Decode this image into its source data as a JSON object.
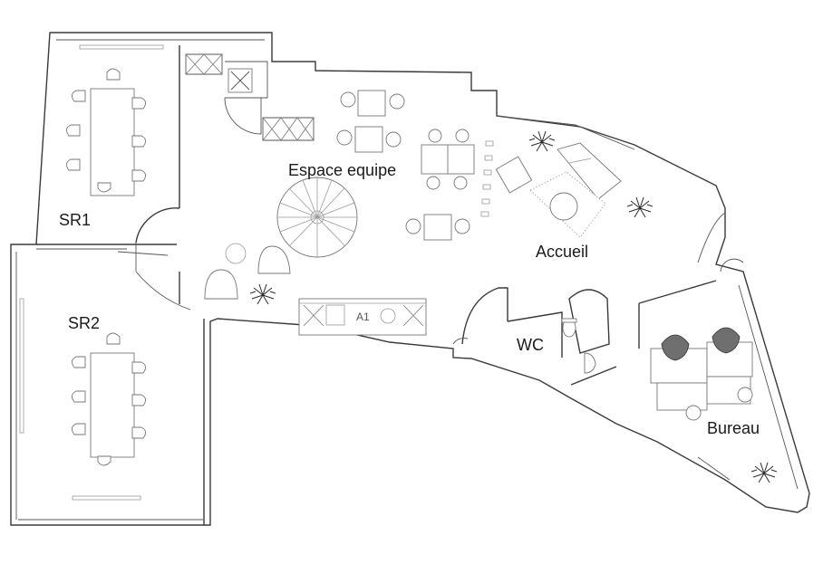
{
  "rooms": {
    "sr1": "SR1",
    "sr2": "SR2",
    "espace": "Espace equipe",
    "accueil": "Accueil",
    "wc": "WC",
    "bureau": "Bureau"
  },
  "tags": {
    "kitchen": "A1"
  },
  "icons": [
    "plant-icon",
    "chair-icon",
    "spiral-staircase-icon",
    "sofa-icon",
    "toilet-icon",
    "sink-icon",
    "door-swing-icon"
  ]
}
